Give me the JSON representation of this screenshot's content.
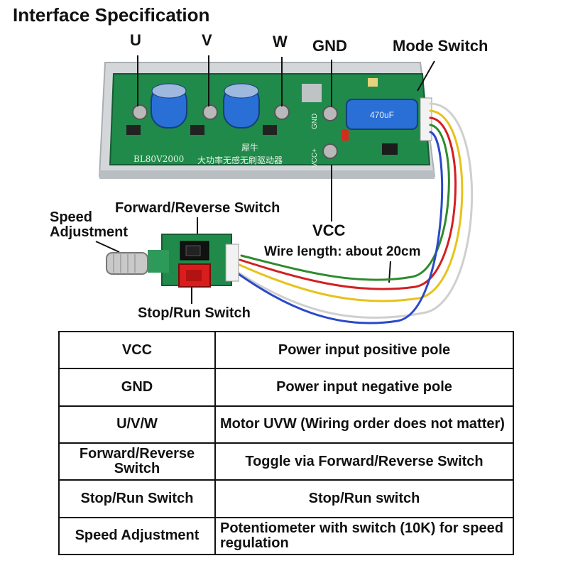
{
  "title": "Interface Specification",
  "labels": {
    "u": "U",
    "v": "V",
    "w": "W",
    "gnd": "GND",
    "mode_switch": "Mode Switch",
    "vcc": "VCC",
    "wire_length": "Wire length: about 20cm",
    "speed_adjustment": "Speed Adjustment",
    "forward_reverse_switch": "Forward/Reverse Switch",
    "stop_run_switch": "Stop/Run Switch"
  },
  "board": {
    "model": "BL80V2000",
    "chinese_text": "大功率无感无刷驱动器",
    "brand": "犀牛",
    "capacitor_text": "470uF",
    "silk_gnd": "GND",
    "silk_vcc": "VCC+"
  },
  "table": {
    "rows": [
      {
        "name": "VCC",
        "desc": "Power input positive pole"
      },
      {
        "name": "GND",
        "desc": "Power input negative pole"
      },
      {
        "name": "U/V/W",
        "desc": "Motor UVW (Wiring order does not matter)"
      },
      {
        "name": "Forward/Reverse Switch",
        "desc": "Toggle via Forward/Reverse Switch"
      },
      {
        "name": "Stop/Run Switch",
        "desc": "Stop/Run switch"
      },
      {
        "name": "Speed Adjustment",
        "desc": "Potentiometer with switch (10K) for speed regulation"
      }
    ]
  },
  "colors": {
    "pcb_green": "#1f8a4a",
    "heatsink": "#cfd3d6",
    "capacitor_blue": "#2a6fd6",
    "wire_red": "#d22020",
    "wire_yellow": "#e8c21a",
    "wire_green": "#2e8b2e",
    "wire_blue": "#2a49c9",
    "wire_white": "#eeeeee"
  }
}
